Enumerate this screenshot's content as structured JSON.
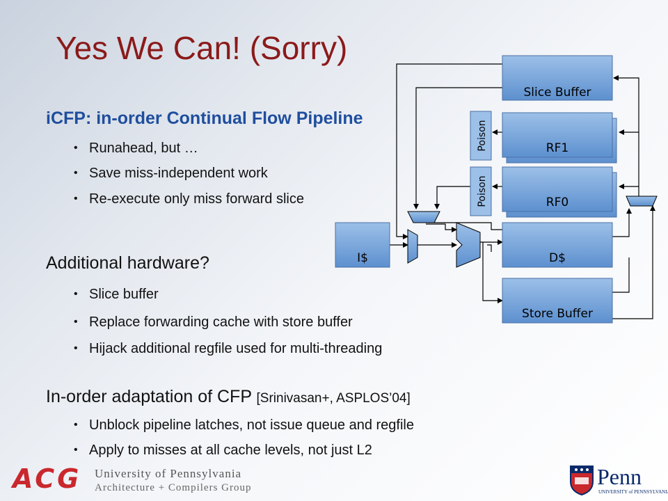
{
  "slide": {
    "title": "Yes We Can! (Sorry)",
    "subheading": "iCFP: in-order Continual Flow Pipeline",
    "icfp_bullets": [
      "Runahead, but …",
      "Save miss-independent work",
      "Re-execute only miss forward slice"
    ],
    "hardware_heading": "Additional hardware?",
    "hardware_bullets": [
      "Slice buffer",
      "Replace forwarding cache with store buffer",
      "Hijack additional regfile used for multi-threading"
    ],
    "adaptation_heading": "In-order adaptation of CFP",
    "adaptation_citation": "[Srinivasan+, ASPLOS’04]",
    "adaptation_bullets": [
      "Unblock pipeline latches, not issue queue and regfile",
      "Apply to misses at all cache levels, not just L2"
    ],
    "bullet_glyph": "•"
  },
  "diagram": {
    "slice_buffer": "Slice Buffer",
    "rf1": "RF1",
    "rf0": "RF0",
    "poison_rf1": "Poison",
    "poison_rf0": "Poison",
    "icache": "I$",
    "dcache": "D$",
    "store_buffer": "Store Buffer"
  },
  "footer": {
    "acg_logo": "ACG",
    "university_line": "University of Pennsylvania",
    "group_line": "Architecture + Compilers Group",
    "penn_wordmark": "Penn",
    "penn_subtitle": "UNIVERSITY of PENNSYLVANIA"
  },
  "colors": {
    "title": "#8b1a1a",
    "subheading": "#1f4e9e",
    "box_fill": "#6fa0d8",
    "acg_red": "#c9282d",
    "penn_blue": "#0a2a6b"
  }
}
